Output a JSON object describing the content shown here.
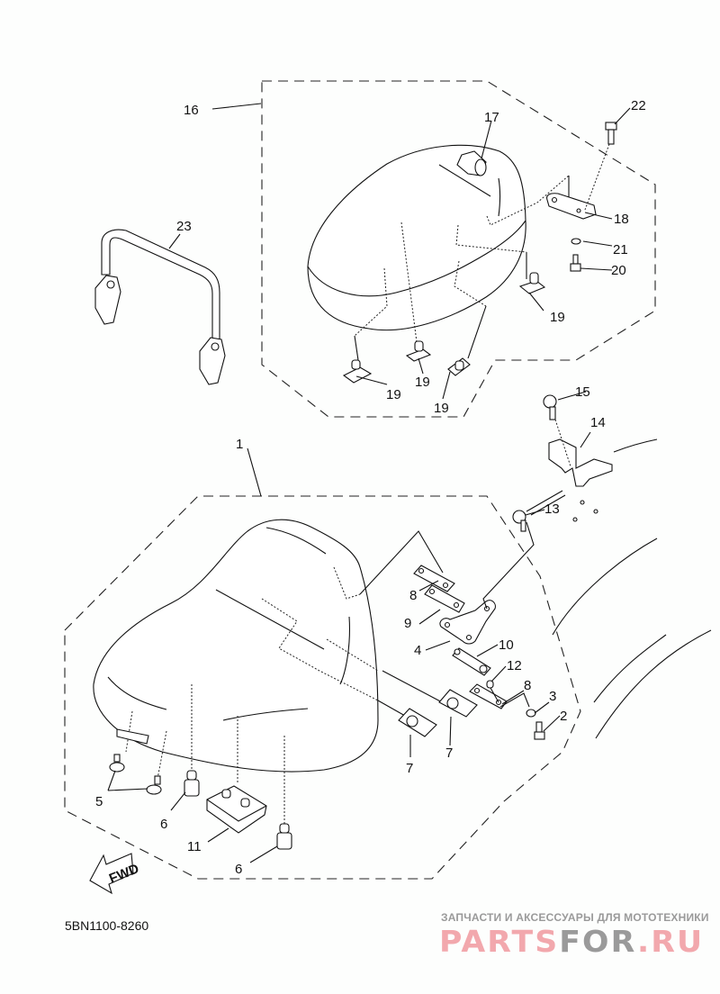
{
  "diagram": {
    "title_code": "5BN1100-8260",
    "fwd_label": "FWD",
    "callouts": [
      {
        "id": "c1",
        "label": "1",
        "part": "main-seat-assembly"
      },
      {
        "id": "c2",
        "label": "2",
        "part": "bolt"
      },
      {
        "id": "c3",
        "label": "3",
        "part": "washer"
      },
      {
        "id": "c4",
        "label": "4",
        "part": "bracket"
      },
      {
        "id": "c5",
        "label": "5",
        "part": "damper"
      },
      {
        "id": "c6a",
        "label": "6",
        "part": "damper"
      },
      {
        "id": "c6b",
        "label": "6",
        "part": "damper"
      },
      {
        "id": "c7a",
        "label": "7",
        "part": "nut"
      },
      {
        "id": "c7b",
        "label": "7",
        "part": "nut"
      },
      {
        "id": "c8a",
        "label": "8",
        "part": "plate"
      },
      {
        "id": "c8b",
        "label": "8",
        "part": "plate"
      },
      {
        "id": "c9",
        "label": "9",
        "part": "plate"
      },
      {
        "id": "c10",
        "label": "10",
        "part": "bracket"
      },
      {
        "id": "c11",
        "label": "11",
        "part": "damper-block"
      },
      {
        "id": "c12",
        "label": "12",
        "part": "collar"
      },
      {
        "id": "c13",
        "label": "13",
        "part": "bolt"
      },
      {
        "id": "c14",
        "label": "14",
        "part": "bracket"
      },
      {
        "id": "c15",
        "label": "15",
        "part": "bolt"
      },
      {
        "id": "c16",
        "label": "16",
        "part": "rear-seat-assembly"
      },
      {
        "id": "c17",
        "label": "17",
        "part": "band"
      },
      {
        "id": "c18",
        "label": "18",
        "part": "bracket"
      },
      {
        "id": "c19a",
        "label": "19",
        "part": "nut"
      },
      {
        "id": "c19b",
        "label": "19",
        "part": "nut"
      },
      {
        "id": "c19c",
        "label": "19",
        "part": "nut"
      },
      {
        "id": "c19d",
        "label": "19",
        "part": "nut"
      },
      {
        "id": "c20",
        "label": "20",
        "part": "bolt"
      },
      {
        "id": "c21",
        "label": "21",
        "part": "washer"
      },
      {
        "id": "c22",
        "label": "22",
        "part": "bolt"
      },
      {
        "id": "c23",
        "label": "23",
        "part": "grab-bar"
      }
    ]
  },
  "watermark": {
    "subtitle": "ЗАПЧАСТИ И АКСЕССУАРЫ ДЛЯ МОТОТЕХНИКИ",
    "brand_part1": "PARTS",
    "brand_part2": "FOR",
    "brand_part3": ".RU",
    "color_primary": "#f2a8ad",
    "color_secondary": "#9a9a9a"
  }
}
